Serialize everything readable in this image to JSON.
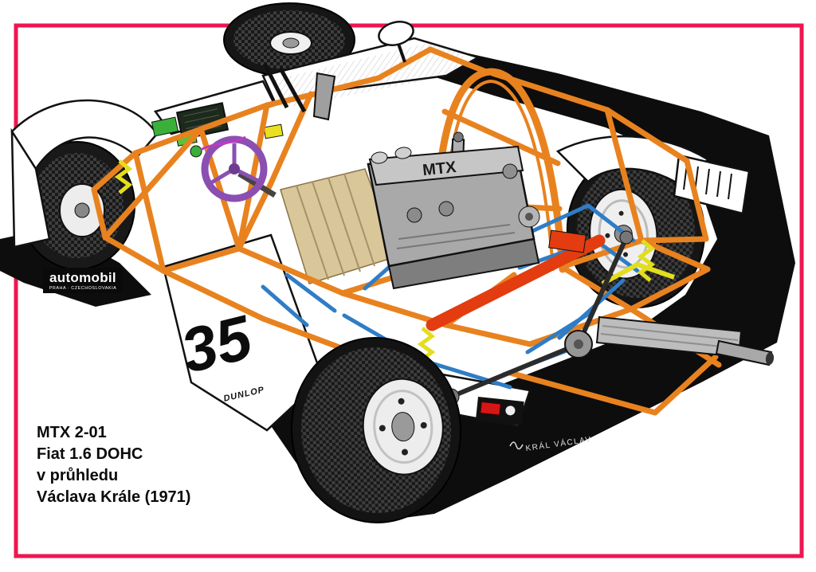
{
  "caption": {
    "lines": [
      "MTX 2-01",
      "Fiat 1.6 DOHC",
      "v průhledu",
      "Václava Krále (1971)"
    ]
  },
  "logo": {
    "title": "automobil",
    "subtitle": "PRAHA · CZECHOSLOVAKIA"
  },
  "car": {
    "number": "35",
    "engine_label": "MTX",
    "tire_brand": "DUNLOP",
    "signature": "KRÁL VÁCLAV"
  },
  "palette": {
    "frame_red": "#ee1650",
    "chassis_orange": "#e8821f",
    "suspension_blue": "#2f7dc6",
    "engine_gray": "#a9a9a9",
    "accent_red": "#e23c10",
    "spring_yellow": "#e3de1d",
    "steering_purple": "#8b4fb2",
    "detail_green": "#3ab03a",
    "floor_tan": "#d9c79a"
  }
}
